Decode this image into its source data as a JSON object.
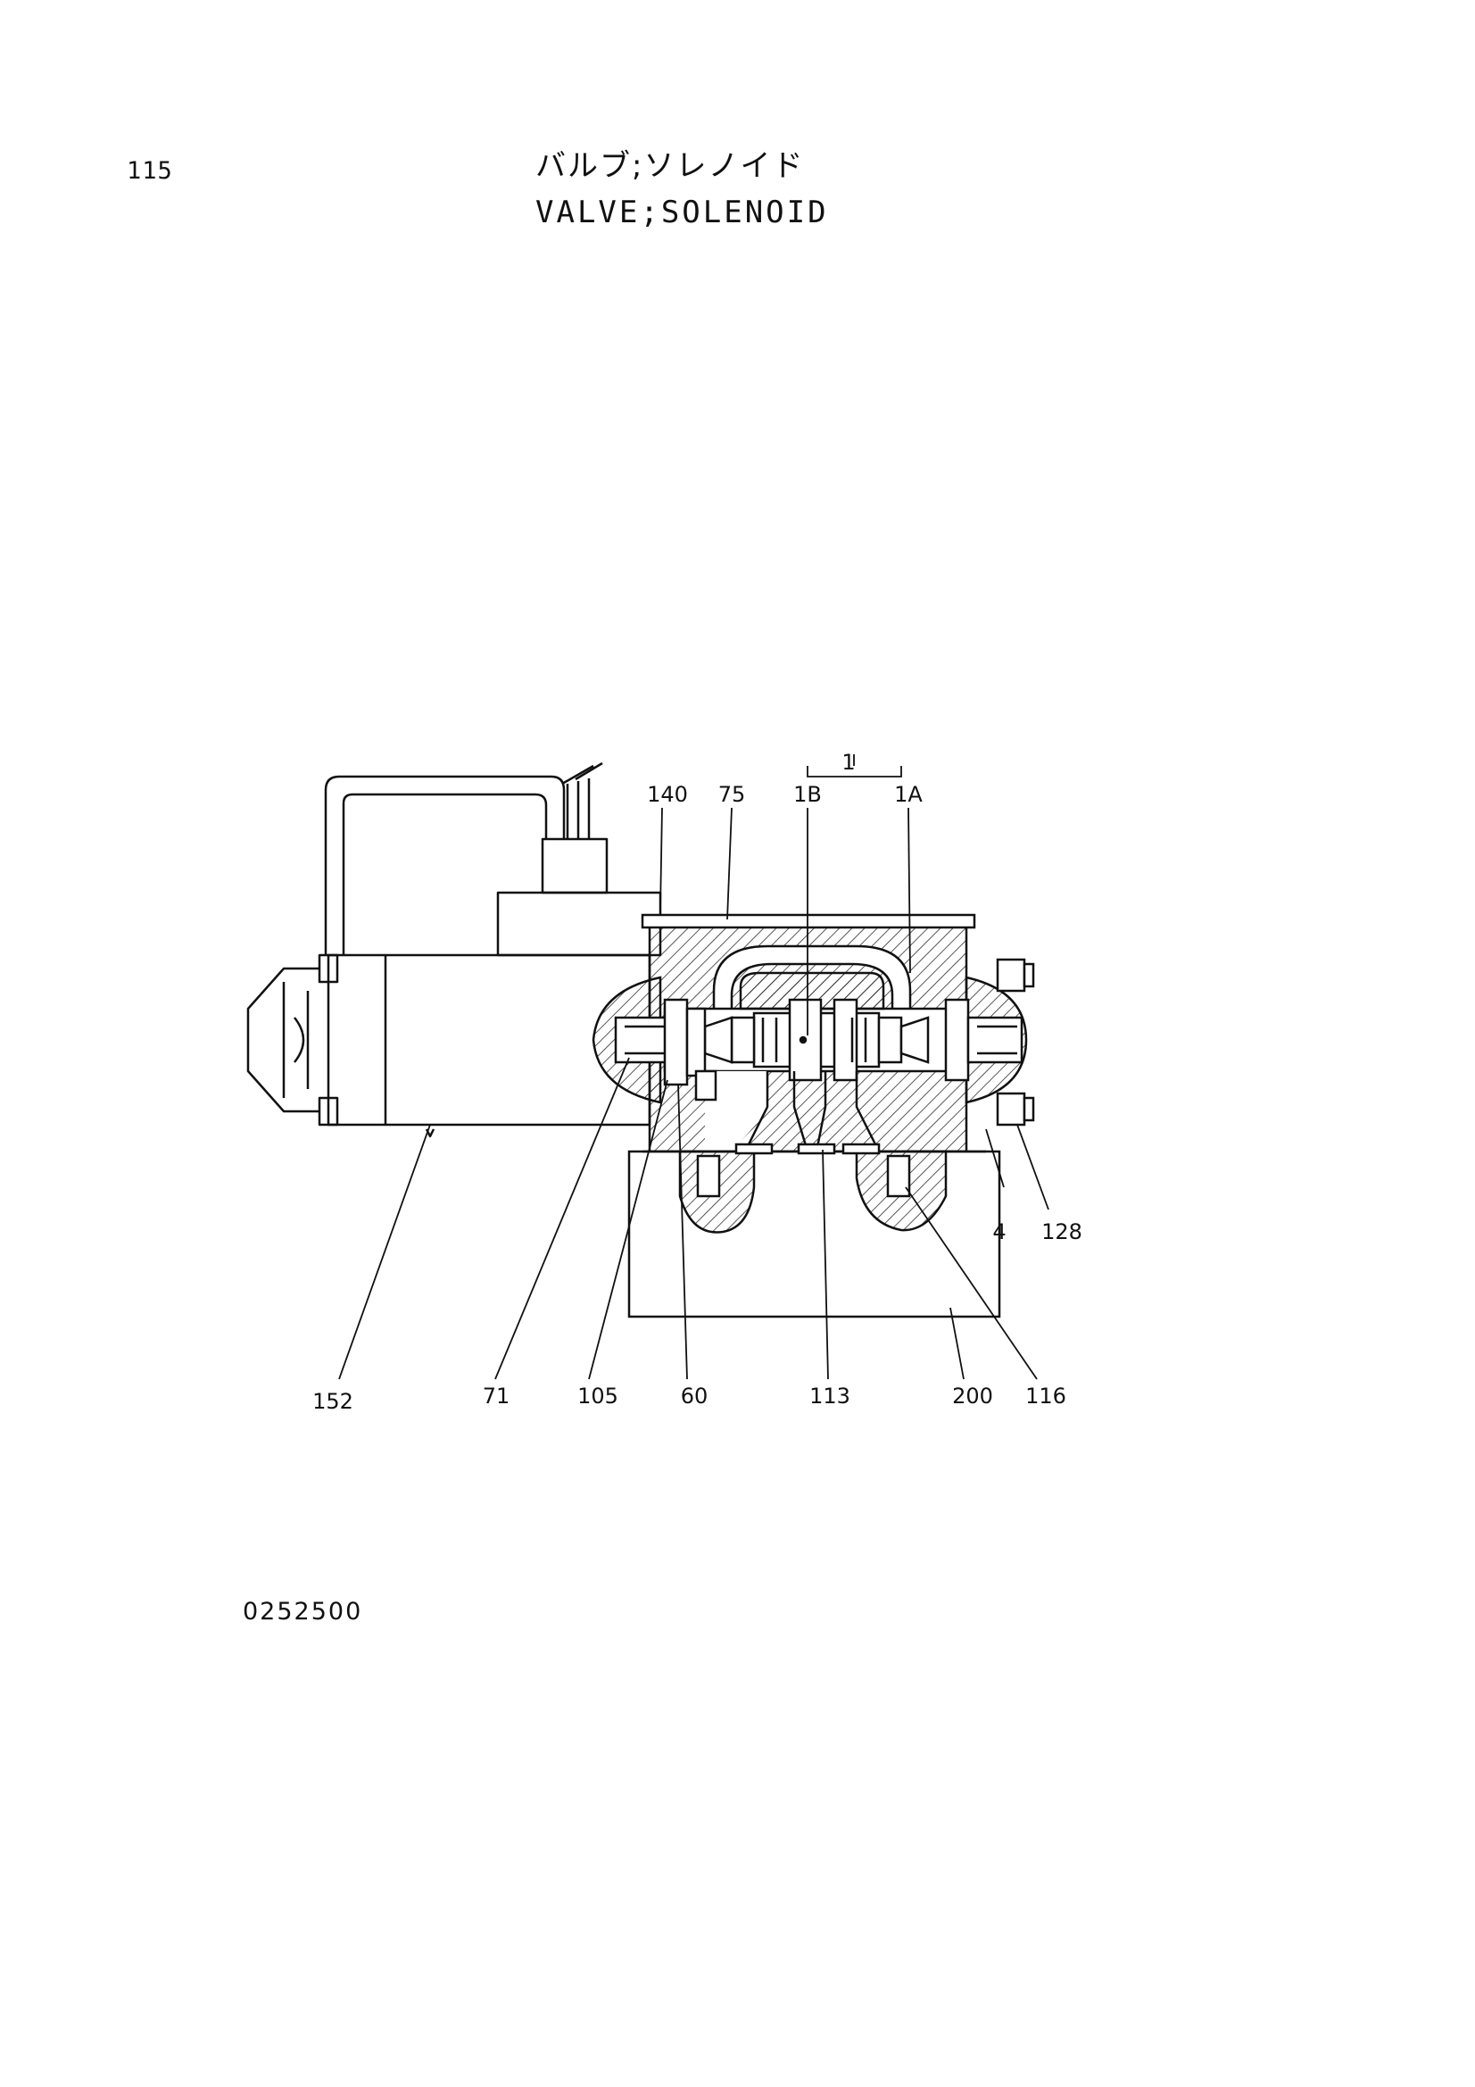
{
  "page_number": "115",
  "title_jp": "バルブ;ソレノイド",
  "title_en": "VALVE;SOLENOID",
  "drawing_number": "0252500",
  "callouts": {
    "c1": "1",
    "c140": "140",
    "c75": "75",
    "c1B": "1B",
    "c1A": "1A",
    "c4": "4",
    "c128": "128",
    "c152": "152",
    "c71": "71",
    "c105": "105",
    "c60": "60",
    "c113": "113",
    "c200": "200",
    "c116": "116"
  }
}
